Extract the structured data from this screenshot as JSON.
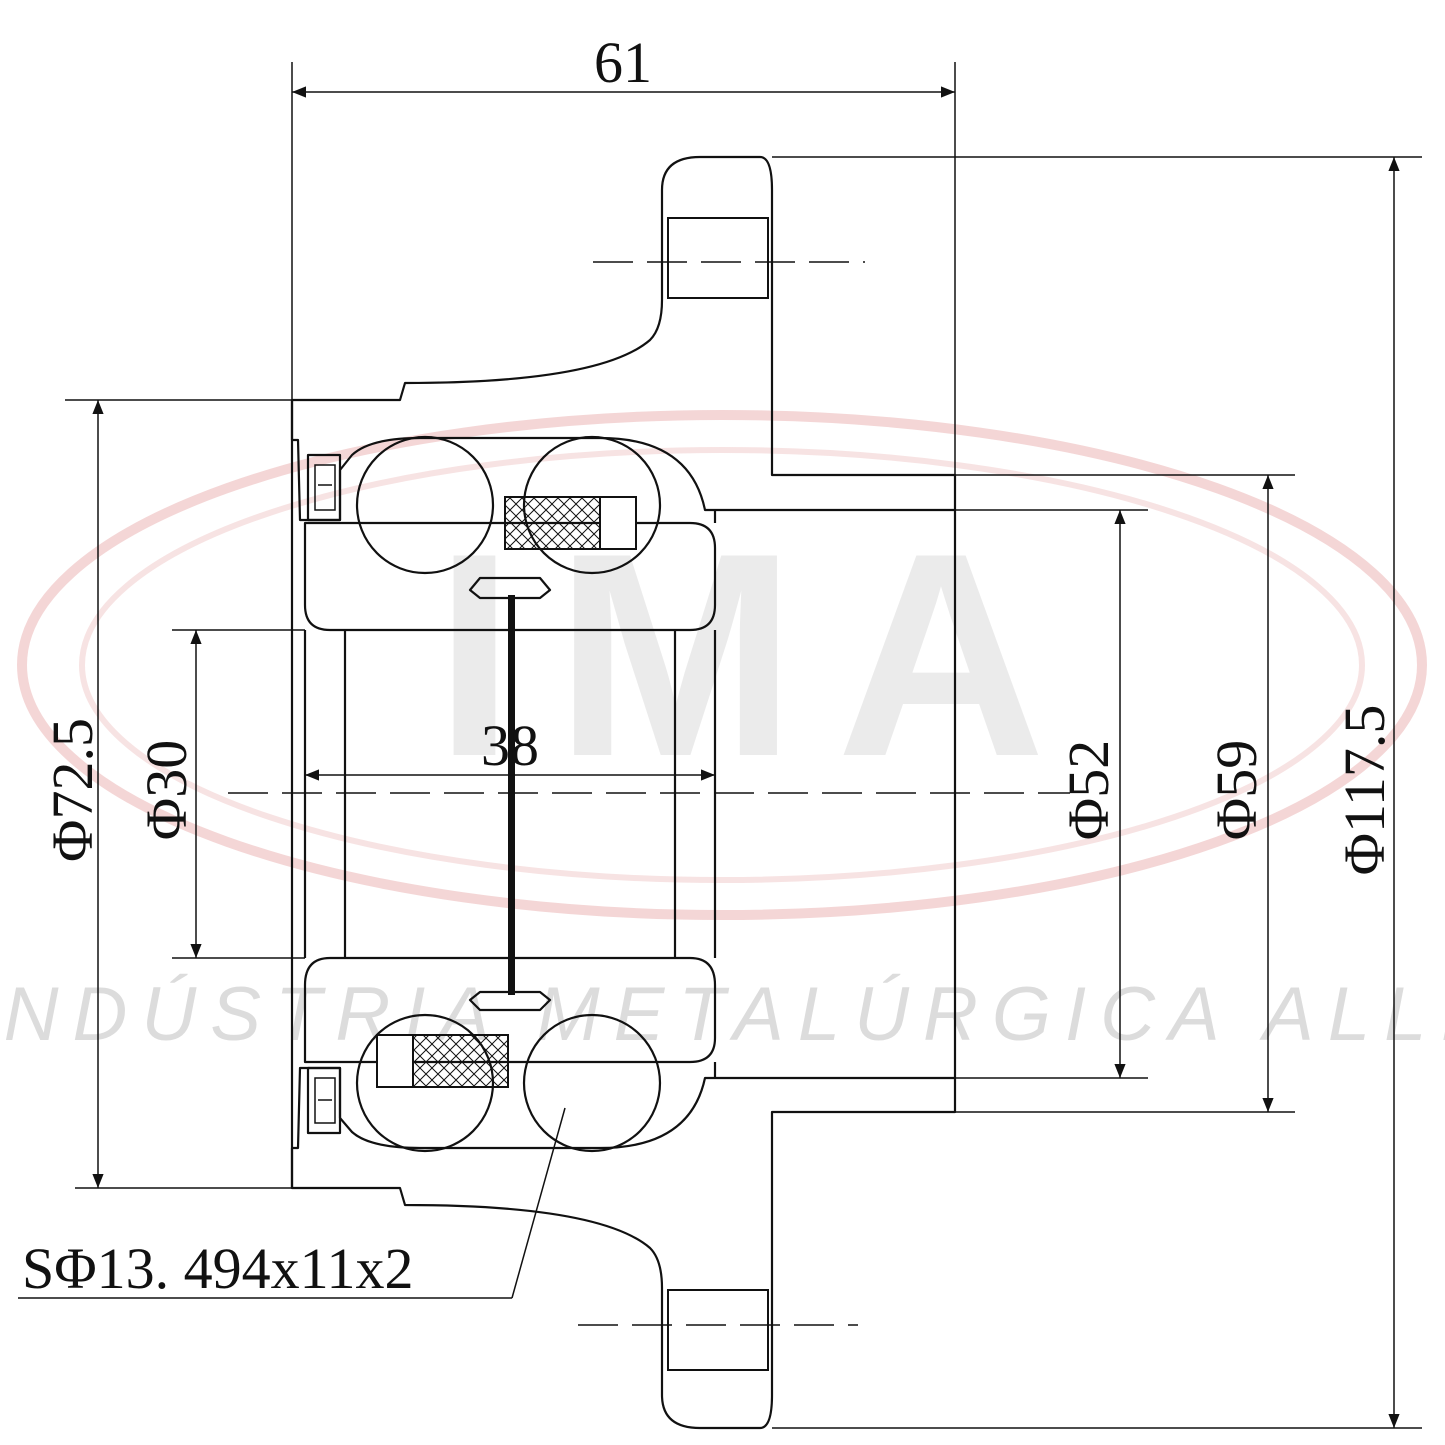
{
  "watermark": {
    "logo_text": "IMA",
    "company": "INDÚSTRIA METALÚRGICA ALLI",
    "ring_color": "#f3d2d2",
    "text_color": "#d9d9d9"
  },
  "dimensions": {
    "overall_width": "61",
    "inner_ring_width": "38",
    "bolt_circle_diameter": "Φ72.5",
    "bore_diameter": "Φ30",
    "pilot_diameter": "Φ52",
    "hub_diameter": "Φ59",
    "flange_diameter": "Φ117.5",
    "ball_spec": "SΦ13. 494x11x2"
  },
  "colors": {
    "line": "#111111",
    "background": "#ffffff"
  }
}
